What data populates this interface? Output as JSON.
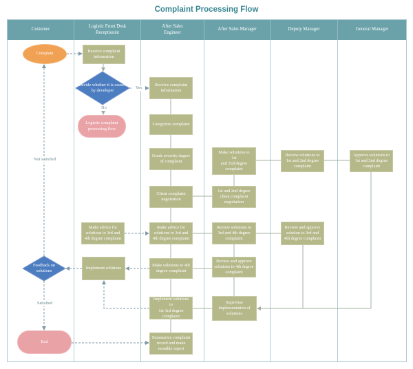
{
  "title": "Complaint Processing Flow",
  "lanes": [
    {
      "label": "Customer"
    },
    {
      "label": "Logistic Front Desk\nReceptionist"
    },
    {
      "label": "After Sales\nEngineer"
    },
    {
      "label": "After Sales Manager"
    },
    {
      "label": "Deputy Manager"
    },
    {
      "label": "General Manager"
    }
  ],
  "nodes": {
    "complain": "Complain",
    "receive_info_reception": "Receive complaint information",
    "decide": "Decide whether it is caused by developer",
    "logistic_flow": "Logistic complaint processing flow",
    "make_advice_reception": "Make advice for solutions to 3rd and 4th degree complaint",
    "implement_solutions_reception": "Implement solutions",
    "feedback": "Feedback on solutions",
    "end": "End",
    "receive_info_engineer": "Receive complaint information",
    "categorize": "Categorize complaint",
    "grade_severity": "Grade severity degree of complaint",
    "client_negotiation": "Client complaint negotiation",
    "make_advice_engineer": "Make advice for solutions to 3rd and 4th degree complaint",
    "make_solutions_4th": "Make solutions to 4th degree complaint",
    "implement_1st_3rd": "Implement solutions\nto\n1st-3rd degree\ncomplaint",
    "summarize": "Summarize complaint record and make monthly report",
    "make_solutions_1st_2nd": "Make solutions to\n1st\nand 2nd degree\ncomplaint",
    "negotiation_1st_2nd": "1st and 2nd degree client complaint negotiation",
    "review_3rd_4th": "Review solutions to 3rd and 4th degree complaint",
    "review_approve_4th": "Review and approve solutions to 4th degree complaint",
    "supervise": "Supervise implementation of solutions",
    "review_1st_2nd": "Review solutions to 1st and 2nd degree complaint",
    "review_approve_3rd_4th": "Review and approve solution to 3rd and 4th degree complaint",
    "approve_1st_2nd": "Approve solutions to 1st and 2nd degree complaint"
  },
  "edge_labels": {
    "yes": "Yes",
    "no": "No",
    "not_satisfied": "Not satisfied",
    "satisfied": "Satisfied"
  },
  "colors": {
    "header_teal": "#6BA2AA",
    "title_teal": "#398692",
    "olive": "#B5B98A",
    "olive_border": "#C7CAA4",
    "blue": "#4C7DC0",
    "blue_border": "#7E9AD0",
    "orange": "#F1A154",
    "orange_border": "#F3B575",
    "pink": "#E9A2A6",
    "pink_border": "#F0B8BB",
    "lane_border": "#AECAD2",
    "solid_line": "#A2B0A0",
    "dashed_line": "#7F9AA9",
    "label_text": "#67868F"
  }
}
